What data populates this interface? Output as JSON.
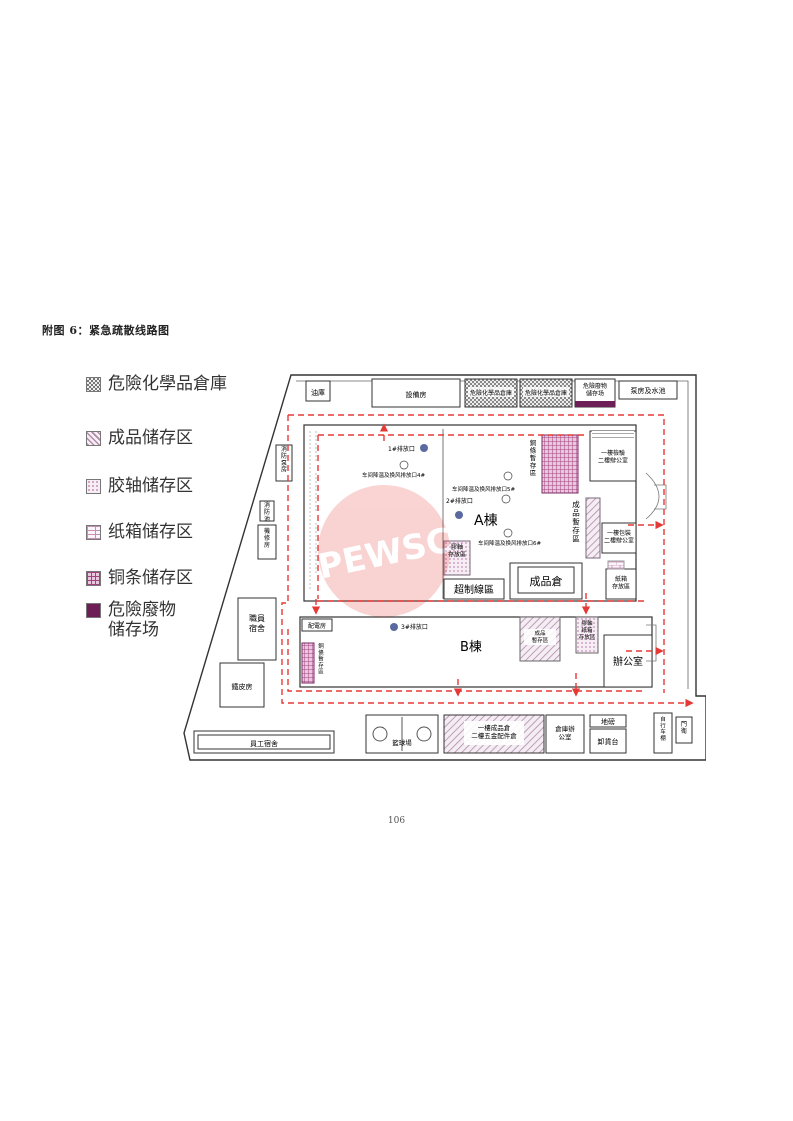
{
  "caption": "附图 6：紧急疏散线路图",
  "legend": [
    {
      "label": "危險化學品倉庫",
      "pattern": "checker",
      "color": "#777777"
    },
    {
      "label": "成品储存区",
      "pattern": "diagonal",
      "color": "#b08aa8"
    },
    {
      "label": "胶轴储存区",
      "pattern": "dots",
      "color": "#c58fb8"
    },
    {
      "label": "纸箱储存区",
      "pattern": "brick",
      "color": "#c58fb8"
    },
    {
      "label": "铜条储存区",
      "pattern": "grid",
      "color": "#a3427f"
    },
    {
      "label": "危險廢物\n储存场",
      "pattern": "solid",
      "color": "#6e1e57"
    }
  ],
  "map": {
    "top_row": {
      "oil": "油庫",
      "equipment": "設備房",
      "chem1": "危險化學品倉庫",
      "chem2": "危險化學品倉庫",
      "waste": "危險廢物\n儲存场",
      "pump": "泵房及水池"
    },
    "left_side": {
      "s1": "消防泵房",
      "s2": "消防池",
      "s3": "機修房"
    },
    "building_a": {
      "label": "A棟",
      "outlet1": "1#排放口",
      "outlet2": "2#排放口",
      "vent5": "车间降温及换风排放口5#",
      "vent4": "车间降温及换风排放口4#",
      "vent6": "车间降温及换风排放口6#",
      "copper": "銅條暫存區",
      "product_temp": "成品暫存區",
      "glue": "膠軸\n存放區",
      "super": "超制線區",
      "warehouse": "成品倉",
      "office1": "一樓檢驗\n二樓辦公室",
      "office2": "一樓包裝\n二樓辦公室",
      "carton": "紙箱\n存放區"
    },
    "dorm": "職員\n宿舍",
    "building_b": {
      "label": "B棟",
      "power": "配電房",
      "outlet3": "3#排放口",
      "copper": "銅條暫存區",
      "product": "成品\n暫存區",
      "glue": "膠軸\n紙箱\n存放區",
      "office": "辦公室"
    },
    "bottom_row": {
      "rubber": "鐵皮房",
      "staff_dorm": "員工宿舍",
      "court": "籃球場",
      "warehouse": "一樓成品倉\n二樓五金配件倉",
      "office": "倉庫辦\n公室",
      "scale": "地磅",
      "unload": "卸貨台",
      "bike": "自行车棚",
      "gate": "門衛"
    }
  },
  "page_number": "106",
  "watermark": "PEWSC"
}
